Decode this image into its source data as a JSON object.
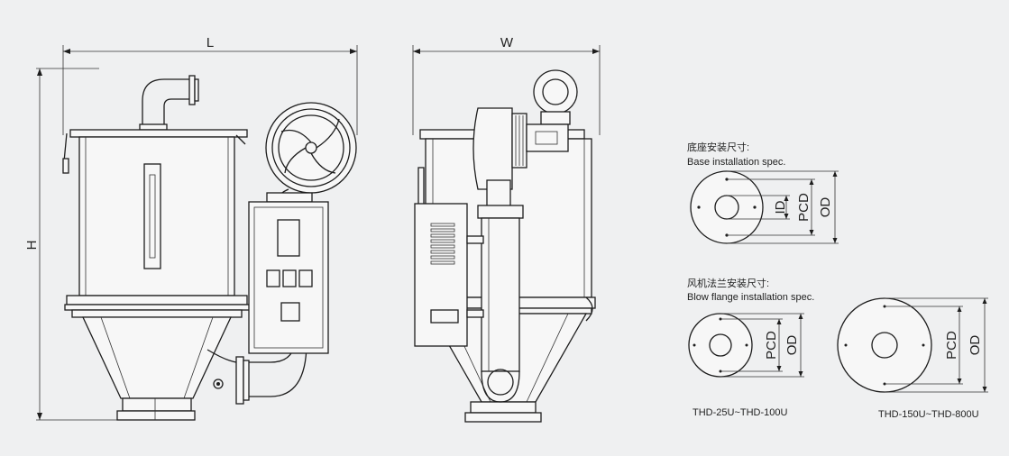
{
  "dimensions": {
    "length": "L",
    "width": "W",
    "height": "H"
  },
  "base_spec": {
    "title_cn": "底座安装尺寸:",
    "title_en": "Base installation spec.",
    "dims": [
      "ID",
      "PCD",
      "OD"
    ]
  },
  "flange_spec": {
    "title_cn": "风机法兰安装尺寸:",
    "title_en": "Blow flange installation spec.",
    "dims": [
      "PCD",
      "OD"
    ],
    "models": [
      "THD-25U~THD-100U",
      "THD-150U~THD-800U"
    ]
  }
}
